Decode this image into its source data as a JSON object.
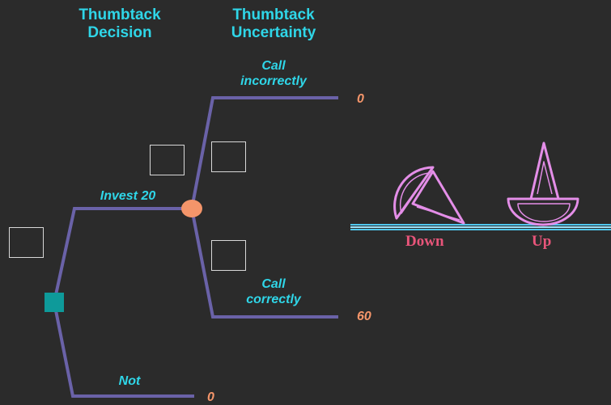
{
  "headers": {
    "decision": [
      "Thumbtack",
      "Decision"
    ],
    "uncertainty": [
      "Thumbtack",
      "Uncertainty"
    ]
  },
  "branches": {
    "invest": "Invest 20",
    "not": "Not",
    "call_incorrectly": [
      "Call",
      "incorrectly"
    ],
    "call_correctly": [
      "Call",
      "correctly"
    ]
  },
  "payoffs": {
    "incorrect": "0",
    "correct": "60",
    "not": "0"
  },
  "thumbtack": {
    "down_label": "Down",
    "up_label": "Up"
  },
  "colors": {
    "background": "#2b2b2b",
    "branch_line": "#6a62a8",
    "header_text": "#2fd6e8",
    "payoff_text": "#f4956a",
    "decision_node": "#0e9a9a",
    "chance_node": "#f4956a",
    "tack_outline": "#e48ee8",
    "tack_label": "#e8557a",
    "table_line": "#4fc8f0"
  }
}
